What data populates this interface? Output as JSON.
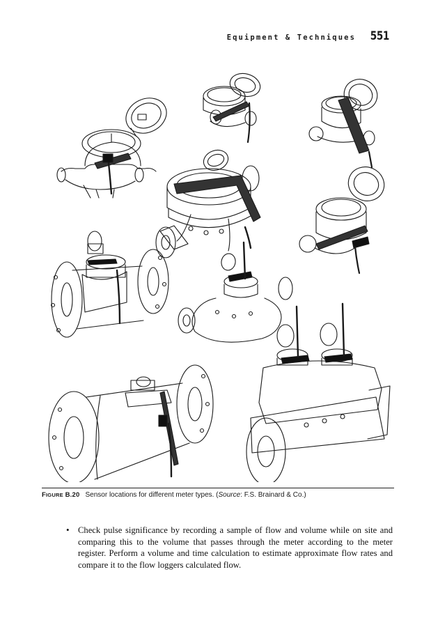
{
  "header": {
    "running_title": "Equipment & Techniques",
    "page_number": "551"
  },
  "figure": {
    "label_first": "F",
    "label_smallcaps": "IGURE",
    "label_number": "B.20",
    "caption_prefix": "Sensor locations for different meter types. (",
    "caption_source_word": "Source",
    "caption_suffix": ": F.S. Brainard & Co.)"
  },
  "body": {
    "bullets": [
      "Check pulse significance by recording a sample of flow and volume while on site and comparing this to the volume that passes through the meter according to the meter register. Perform a volume and time calculation to estimate approximate flow rates and compare it to the flow loggers calculated flow."
    ]
  }
}
